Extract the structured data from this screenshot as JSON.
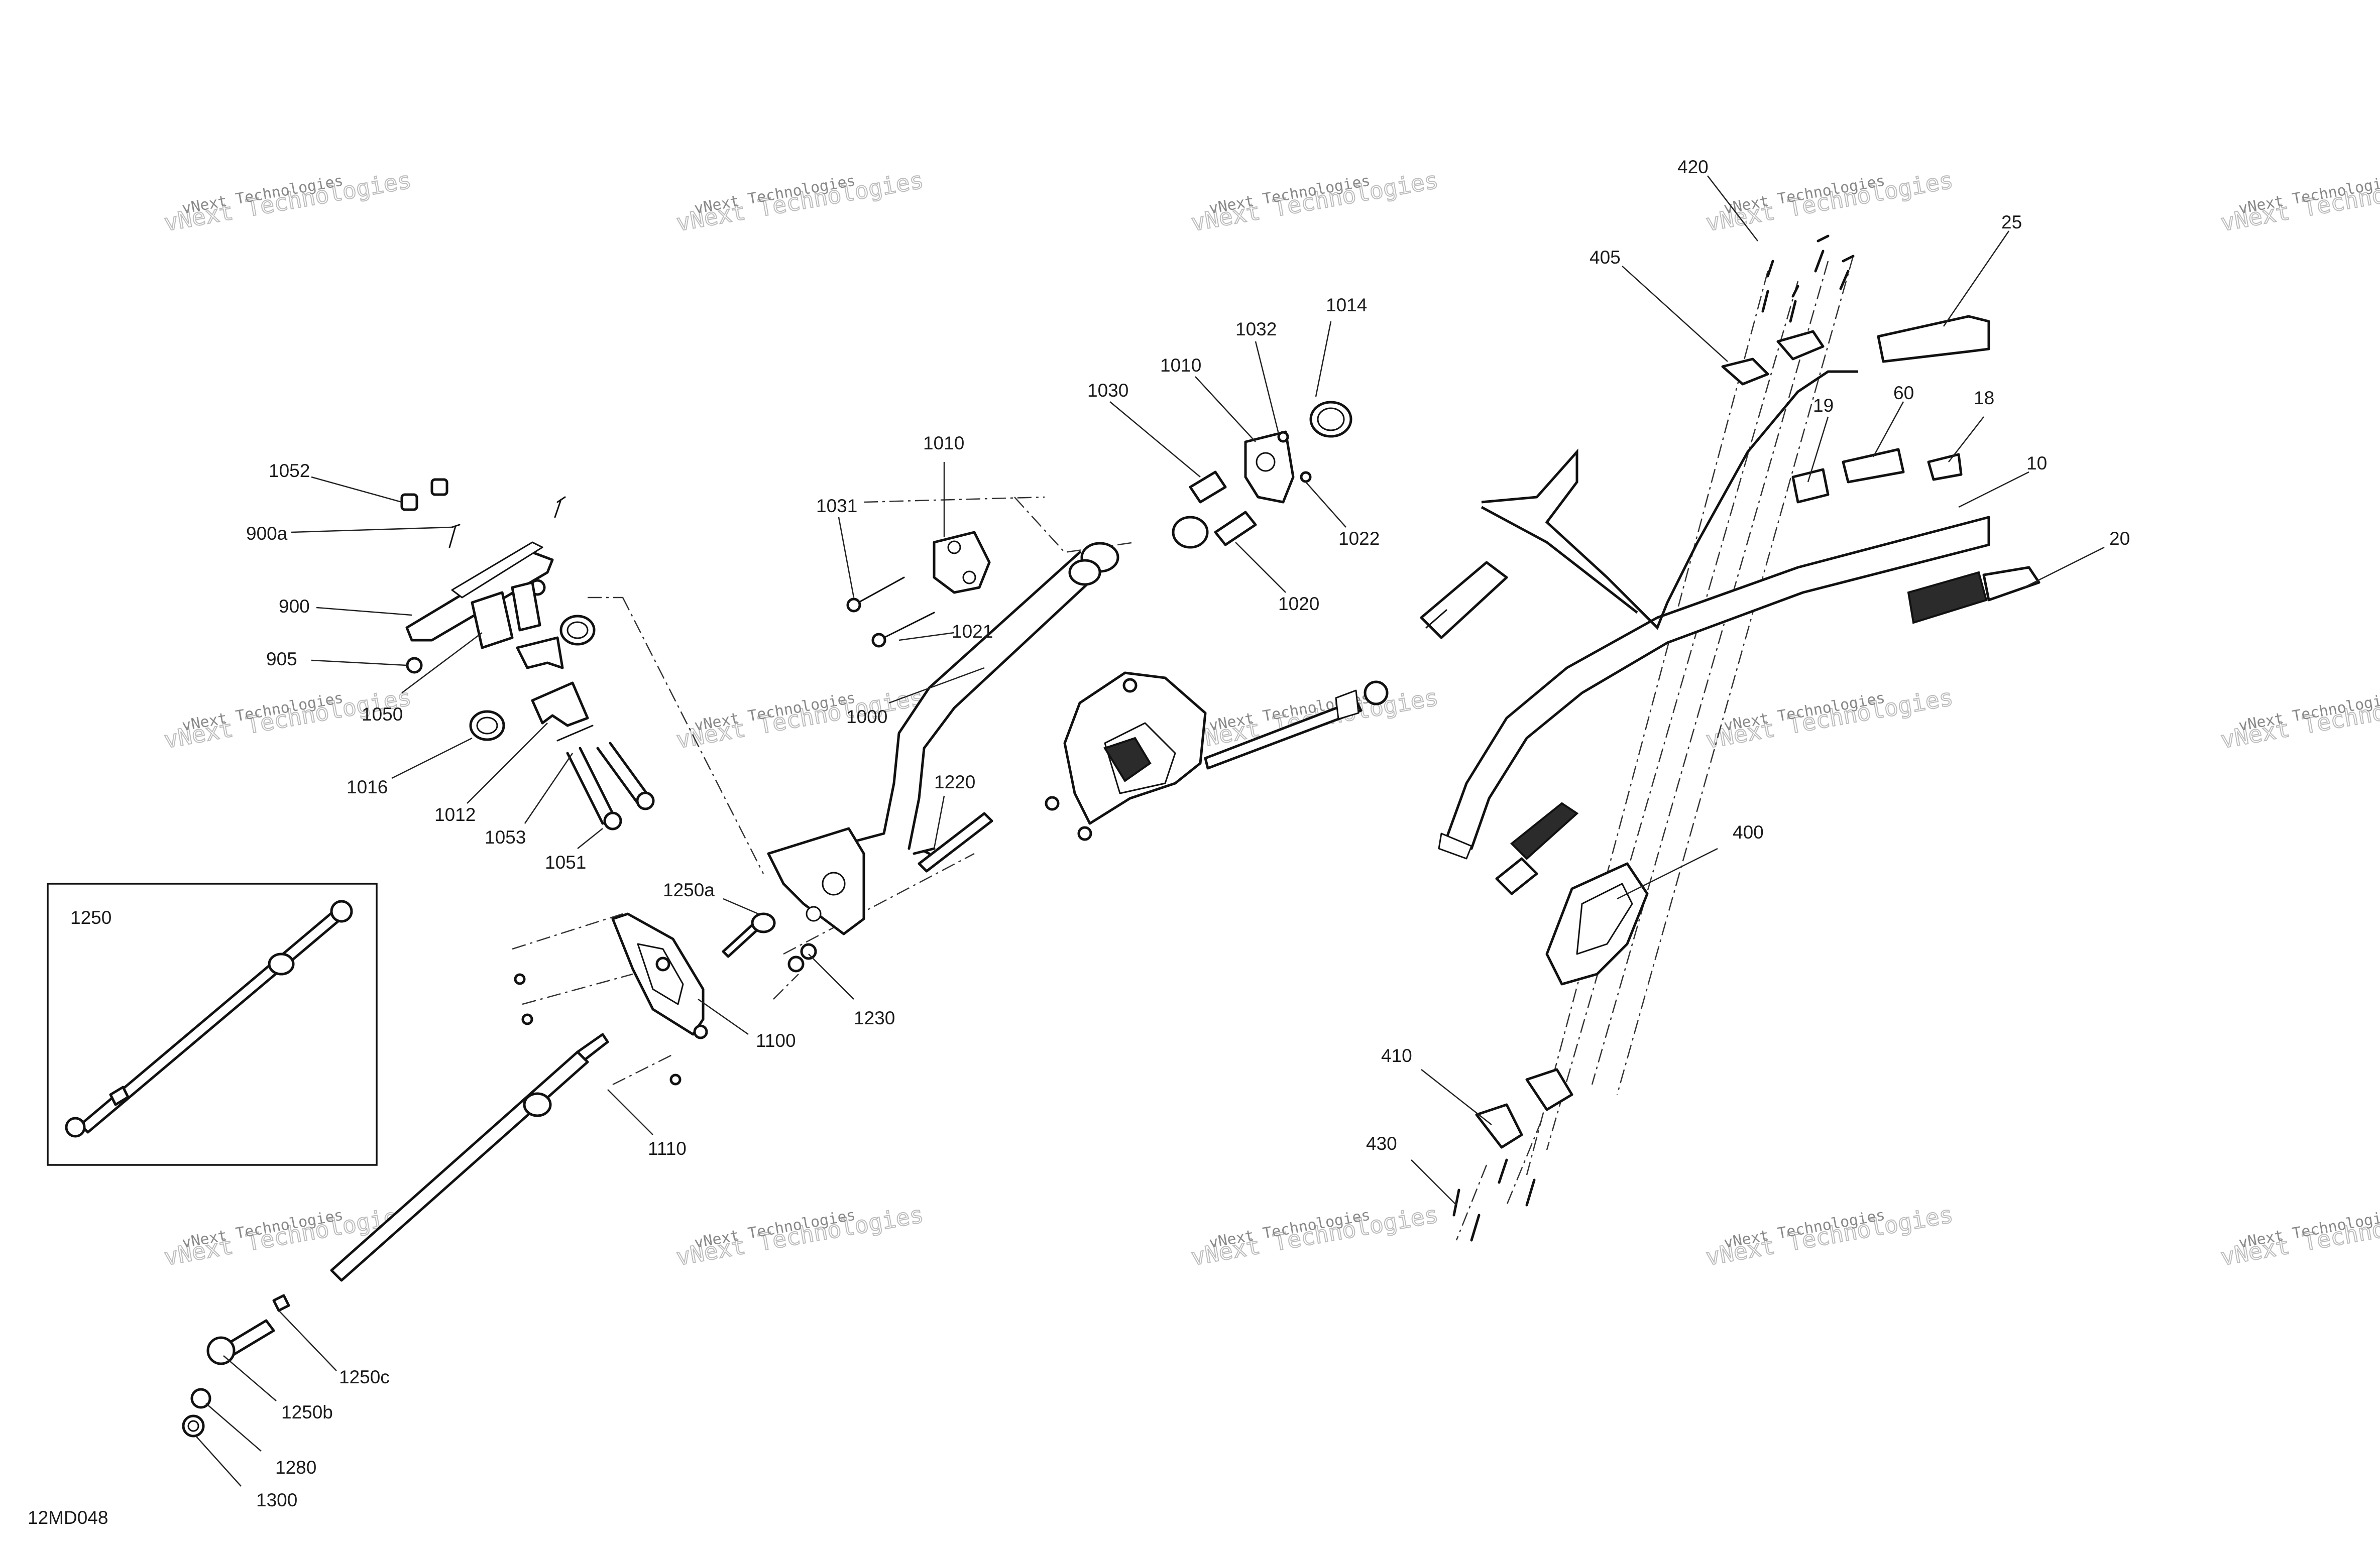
{
  "watermark": {
    "line1": "vNext Technologies",
    "line2": "vNext Technologies"
  },
  "reference_code": "12MD048",
  "inset_label": "1250",
  "callouts": {
    "p420": "420",
    "p405": "405",
    "p25": "25",
    "p19": "19",
    "p60": "60",
    "p18": "18",
    "p10": "10",
    "p20": "20",
    "p1014": "1014",
    "p1032": "1032",
    "p1010a": "1010",
    "p1030": "1030",
    "p1022": "1022",
    "p1020": "1020",
    "p1010b": "1010",
    "p1031": "1031",
    "p1021": "1021",
    "p1000": "1000",
    "p1052": "1052",
    "p900a": "900a",
    "p900": "900",
    "p905": "905",
    "p1050": "1050",
    "p1016": "1016",
    "p1012": "1012",
    "p1053": "1053",
    "p1051": "1051",
    "p1220": "1220",
    "p1250a": "1250a",
    "p1230": "1230",
    "p1100": "1100",
    "p1110": "1110",
    "p1250c": "1250c",
    "p1250b": "1250b",
    "p1280": "1280",
    "p1300": "1300",
    "p400": "400",
    "p410": "410",
    "p430": "430"
  }
}
